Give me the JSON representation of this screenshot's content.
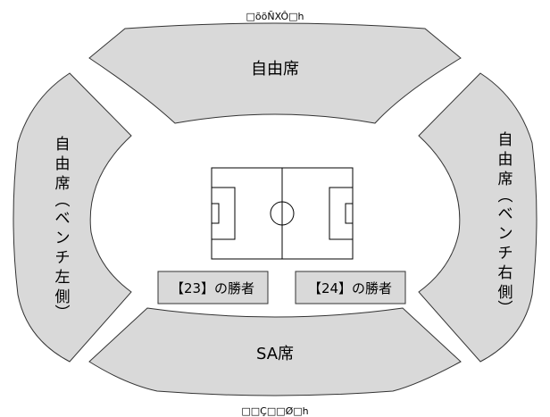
{
  "header_code": "□õõÑXÔ□h",
  "footer_code": "□□Ç□□Ø□h",
  "sections": {
    "north": "自由席",
    "west": [
      "自",
      "由",
      "席",
      "︵",
      "ベ",
      "ン",
      "チ",
      "左",
      "側",
      "︶"
    ],
    "east": [
      "自",
      "由",
      "席",
      "︵",
      "ベ",
      "ン",
      "チ",
      "右",
      "側",
      "︶"
    ],
    "south": "SA席"
  },
  "winner_boxes": {
    "left": "【23】の勝者",
    "right": "【24】の勝者"
  }
}
